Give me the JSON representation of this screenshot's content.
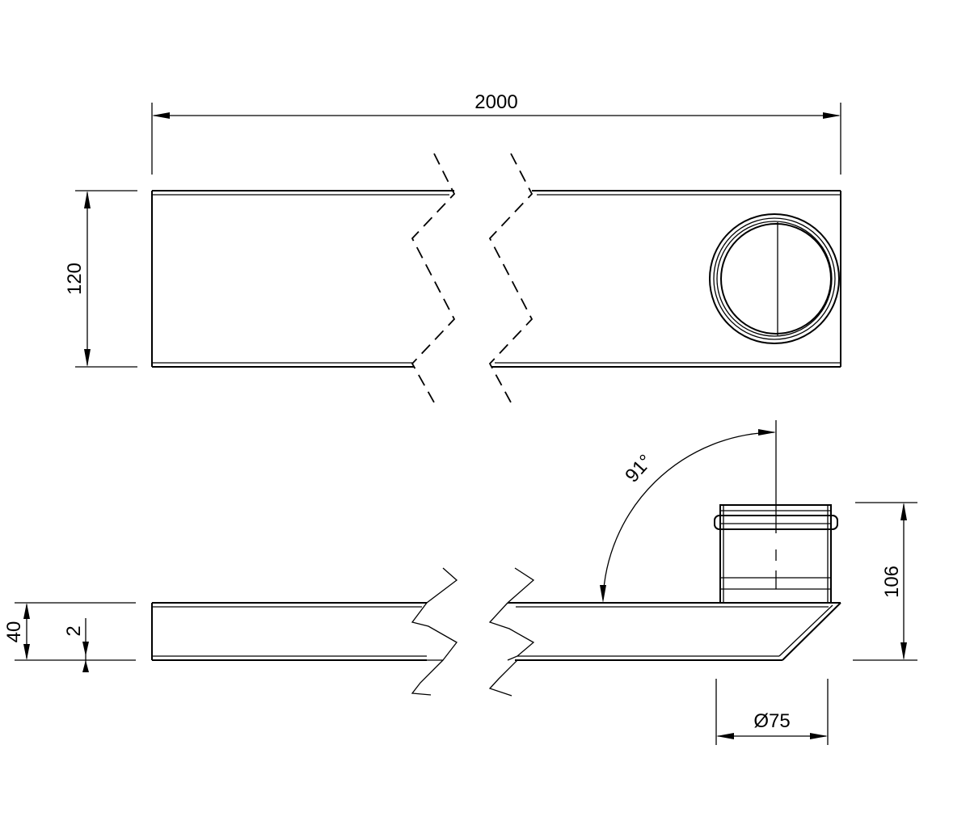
{
  "dimensions": {
    "overall_length": "2000",
    "width": "120",
    "height": "40",
    "thickness": "2",
    "outlet_height": "106",
    "outlet_diameter": "Ø75",
    "angle": "91°"
  }
}
